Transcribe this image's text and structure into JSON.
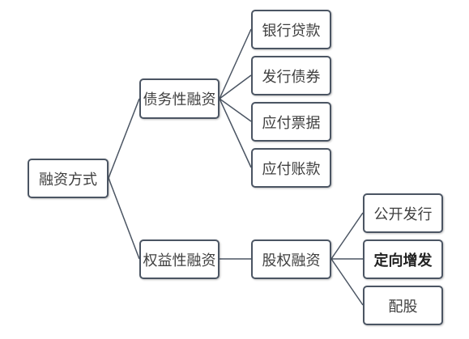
{
  "diagram": {
    "root": {
      "label": "融资方式"
    },
    "debt": {
      "label": "债务性融资",
      "children": [
        {
          "label": "银行贷款"
        },
        {
          "label": "发行债券"
        },
        {
          "label": "应付票据"
        },
        {
          "label": "应付账款"
        }
      ]
    },
    "equity": {
      "label": "权益性融资",
      "child": {
        "label": "股权融资",
        "children": [
          {
            "label": "公开发行"
          },
          {
            "label": "定向增发"
          },
          {
            "label": "配股"
          }
        ]
      }
    },
    "colors": {
      "border": "#4b5563",
      "line": "#4b5563",
      "text": "#3f3f3f"
    }
  }
}
